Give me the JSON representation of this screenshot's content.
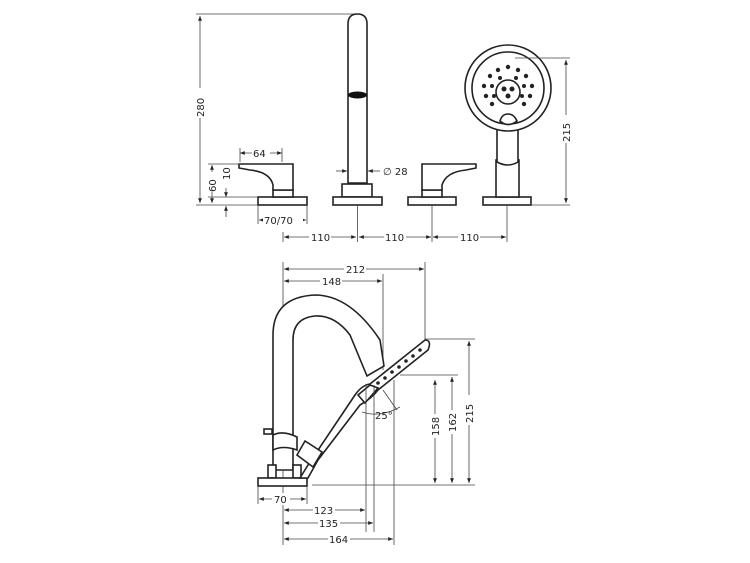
{
  "top_view": {
    "height_spout": "280",
    "handle_width": "64",
    "handle_height": "60",
    "handle_top_offset": "10",
    "rosette": "70/70",
    "spout_diameter": "∅ 28",
    "spacing_1": "110",
    "spacing_2": "110",
    "spacing_3": "110",
    "height_shower": "215"
  },
  "side_view": {
    "reach_shower": "212",
    "reach_spout": "148",
    "height_shower_top": "215",
    "height_162": "162",
    "height_158": "158",
    "angle": "25°",
    "rosette": "70",
    "dim_123": "123",
    "dim_135": "135",
    "dim_164": "164"
  }
}
